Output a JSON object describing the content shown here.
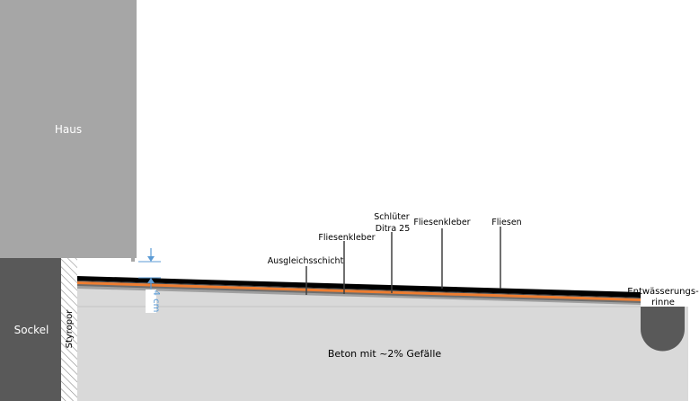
{
  "labels": {
    "haus": "Haus",
    "sockel": "Sockel",
    "styropor": "Styropor",
    "beton": "Beton mit ~2% Gefälle",
    "dimension": "4 cm",
    "ausgleichsschicht": "Ausgleichsschicht",
    "fliesenkleber_1": "Fliesenkleber",
    "schlueter_line1": "Schlüter",
    "schlueter_line2": "Ditra 25",
    "fliesenkleber_2": "Fliesenkleber",
    "fliesen": "Fliesen",
    "rinne_line1": "Entwässerungs-",
    "rinne_line2": "rinne"
  },
  "colors": {
    "haus": "#a6a6a6",
    "sockel": "#595959",
    "beton": "#d9d9d9",
    "tiles": "#000000",
    "membrane": "#ed7d31",
    "dimension": "#5b9bd5",
    "rinne": "#595959"
  }
}
